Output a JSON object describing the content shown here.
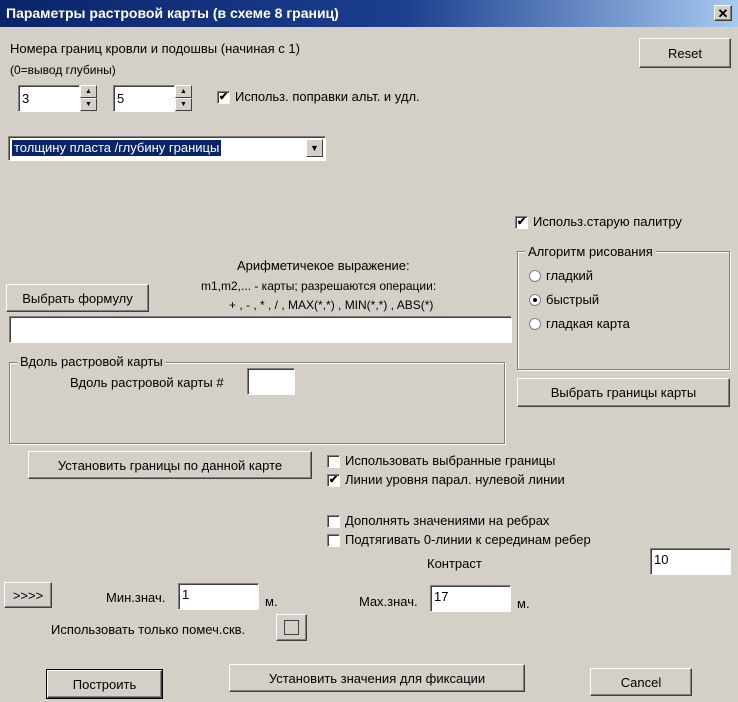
{
  "window": {
    "title": "Параметры растровой карты (в схеме 8 границ)",
    "close_label": "✕"
  },
  "boundaries": {
    "label_line1": "Номера границ кровли и подошвы  (начиная с 1)",
    "label_line2": "(0=вывод глубины)",
    "top_value": "3",
    "bottom_value": "5",
    "spin_up": "▲",
    "spin_down": "▼"
  },
  "reset_label": "Reset",
  "use_alt_corrections": {
    "label": "Использ. поправки альт. и удл.",
    "checked": true
  },
  "mode_select": {
    "value": "толщину пласта /глубину границы",
    "arrow": "▼"
  },
  "use_old_palette": {
    "label": "Использ.старую палитру",
    "checked": true
  },
  "algorithm": {
    "legend": "Алгоритм рисования",
    "options": [
      "гладкий",
      "быстрый",
      "гладкая карта"
    ],
    "selected": "быстрый"
  },
  "expression": {
    "line1": "Арифметичекое выражение:",
    "line2": "m1,m2,... - карты; разрешаются операции:",
    "line3": "+ , - , * , / , MAX(*,*) , MIN(*,*) , ABS(*)",
    "value": ""
  },
  "choose_formula_label": "Выбрать формулу",
  "along_map": {
    "legend": "Вдоль растровой карты",
    "label": "Вдоль растровой карты #",
    "value": ""
  },
  "choose_map_bounds_label": "Выбрать границы карты",
  "set_bounds_label": "Установить границы по данной карте",
  "checkboxes": [
    {
      "label": "Использовать выбранные границы",
      "checked": false
    },
    {
      "label": "Линии уровня парал. нулевой линии",
      "checked": true
    },
    {
      "label": "Дополнять значениями на ребрах",
      "checked": false
    },
    {
      "label": "Подтягивать 0-линии к серединам ребер",
      "checked": false
    }
  ],
  "contrast": {
    "label": "Контраст",
    "value": "10"
  },
  "more_label": ">>>>",
  "min": {
    "label": "Мин.знач.",
    "value": "1",
    "unit": "м."
  },
  "max": {
    "label": "Max.знач.",
    "value": "17",
    "unit": "м."
  },
  "only_marked": {
    "label": "Использовать только помеч.скв."
  },
  "build_label": "Построить",
  "set_fix_label": "Установить значения для фиксации",
  "cancel_label": "Cancel"
}
